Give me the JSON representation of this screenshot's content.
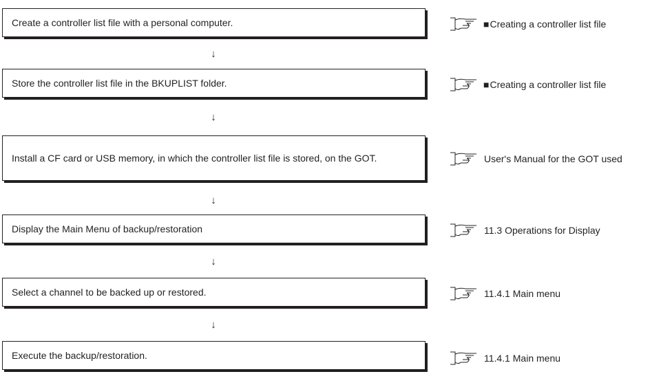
{
  "steps": [
    {
      "text": "Create a controller list file with a personal computer.",
      "ref_prefix": "■",
      "ref": "Creating a controller list file"
    },
    {
      "text": "Store the controller list file in the BKUPLIST folder.",
      "ref_prefix": "■",
      "ref": "Creating a controller list file"
    },
    {
      "text": "Install a CF card or USB memory, in which the controller list file is stored, on the GOT.",
      "ref_prefix": "",
      "ref": "User's Manual for the GOT used"
    },
    {
      "text": "Display the Main Menu of backup/restoration",
      "ref_prefix": "",
      "ref": "11.3 Operations for Display"
    },
    {
      "text": "Select a channel to be backed up or restored.",
      "ref_prefix": "",
      "ref": "11.4.1 Main menu"
    },
    {
      "text": "Execute the backup/restoration.",
      "ref_prefix": "",
      "ref": "11.4.1 Main menu"
    }
  ],
  "arrow_glyph": "↓",
  "icon": "pointing-hand-reference-icon"
}
